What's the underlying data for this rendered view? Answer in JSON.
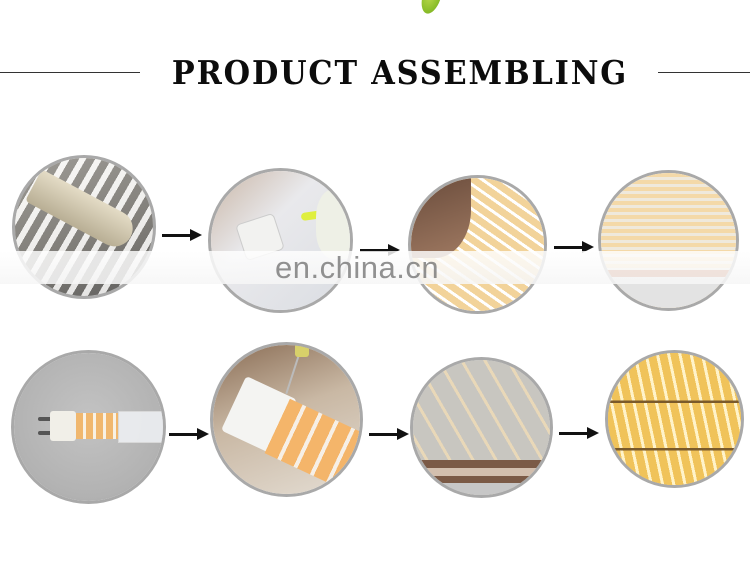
{
  "header": {
    "title": "PRODUCT ASSEMBLING",
    "decoration": "leaf-icon",
    "accent_color": "#8cbf2a"
  },
  "watermark": {
    "text": "en.china.cn",
    "color": "#6e6e6e"
  },
  "steps": [
    {
      "row": 1,
      "order": 1,
      "image": "soldering-iron-on-pins"
    },
    {
      "row": 1,
      "order": 2,
      "image": "applying-glue-to-base"
    },
    {
      "row": 1,
      "order": 3,
      "image": "attaching-led-board"
    },
    {
      "row": 1,
      "order": 4,
      "image": "led-circuit-boards-panel"
    },
    {
      "row": 2,
      "order": 5,
      "image": "assembled-g9-led-bulb"
    },
    {
      "row": 2,
      "order": 6,
      "image": "dispensing-glue-needle"
    },
    {
      "row": 2,
      "order": 7,
      "image": "bulbs-on-aging-rack"
    },
    {
      "row": 2,
      "order": 8,
      "image": "lit-bulbs-burn-in-test"
    }
  ],
  "connector": {
    "icon": "arrow-right-icon",
    "color": "#111111",
    "count": 6
  }
}
